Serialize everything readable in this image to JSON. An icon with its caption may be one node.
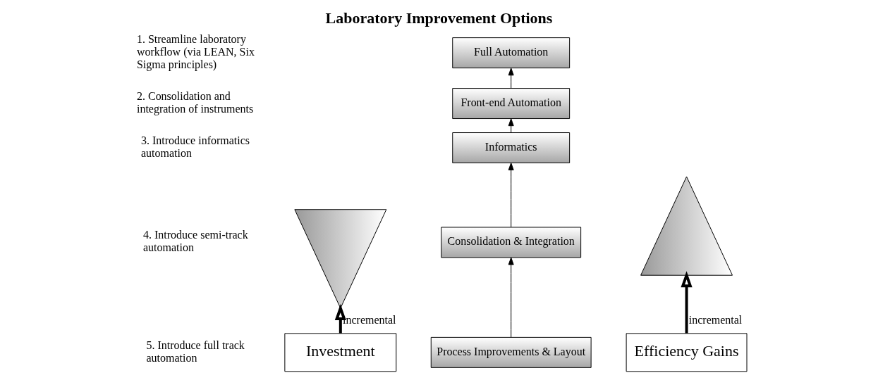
{
  "diagram": {
    "title": "Laboratory Improvement Options",
    "nodes": [
      {
        "text": [],
        "shape": "invtriangle"
      },
      {
        "text": [
          "Investment"
        ]
      },
      {
        "text": [
          "Full Automation"
        ]
      },
      {
        "text": [
          "Front-end Automation"
        ]
      },
      {
        "text": [
          "Informatics"
        ]
      },
      {
        "text": [
          "Consolidation & Integration"
        ]
      },
      {
        "text": [
          "Process Improvements & Layout"
        ]
      },
      {
        "text": [],
        "shape": "triangle"
      },
      {
        "text": [
          "Efficiency Gains"
        ]
      }
    ],
    "edges": [
      {
        "from": 1,
        "to": 0,
        "arrow": "to",
        "label": "incremental",
        "style": "thick"
      },
      {
        "from": 6,
        "to": 5,
        "arrow": "to"
      },
      {
        "from": 5,
        "to": 4,
        "arrow": "to"
      },
      {
        "from": 4,
        "to": 3,
        "arrow": "to"
      },
      {
        "from": 3,
        "to": 2,
        "arrow": "to"
      },
      {
        "from": 8,
        "to": 7,
        "arrow": "to",
        "label": "incremental",
        "style": "thick"
      }
    ],
    "labels": [
      "1. Streamline laboratory workflow (via LEAN, Six Sigma principles)",
      "2. Consolidation and integration of instruments",
      "3. Introduce informatics automation",
      "4. Introduce semi-track automation",
      "5. Introduce full track automation"
    ]
  }
}
